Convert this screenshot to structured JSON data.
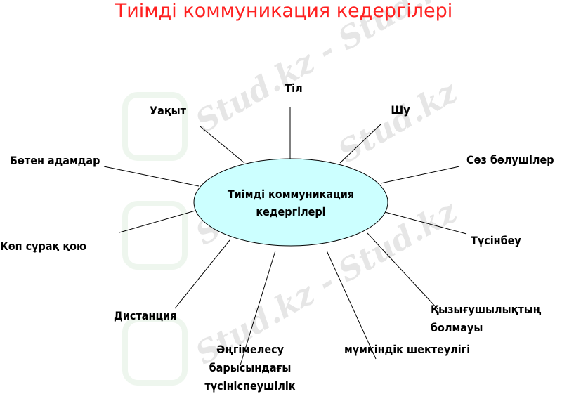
{
  "title": "Тиімді коммуникация кедергілері",
  "center": {
    "line1": "Тиімді коммуникация",
    "line2": "кедергілері",
    "fill": "#ccffff"
  },
  "barriers": {
    "til": "Тіл",
    "shu": "Шу",
    "soz": "Сөз бөлушілер",
    "tusinbeu": "Түсінбеу",
    "qyzygu1": "Қызығушылықтың",
    "qyzygu2": "болмауы",
    "mumkindik": "мүмкіндік шектеулігі",
    "angime1": "Әңгімелесу",
    "angime2": "барысындағы",
    "angime3": "түсініспеушілік",
    "distance": "Дистанция",
    "kop": "Көп сұрақ қою",
    "boten": "Бөтен адамдар",
    "uaqyt": "Уақыт"
  },
  "watermark": "Stud.kz - Stud.kz",
  "colors": {
    "title": "#ff2020",
    "ellipse": "#ccffff"
  }
}
